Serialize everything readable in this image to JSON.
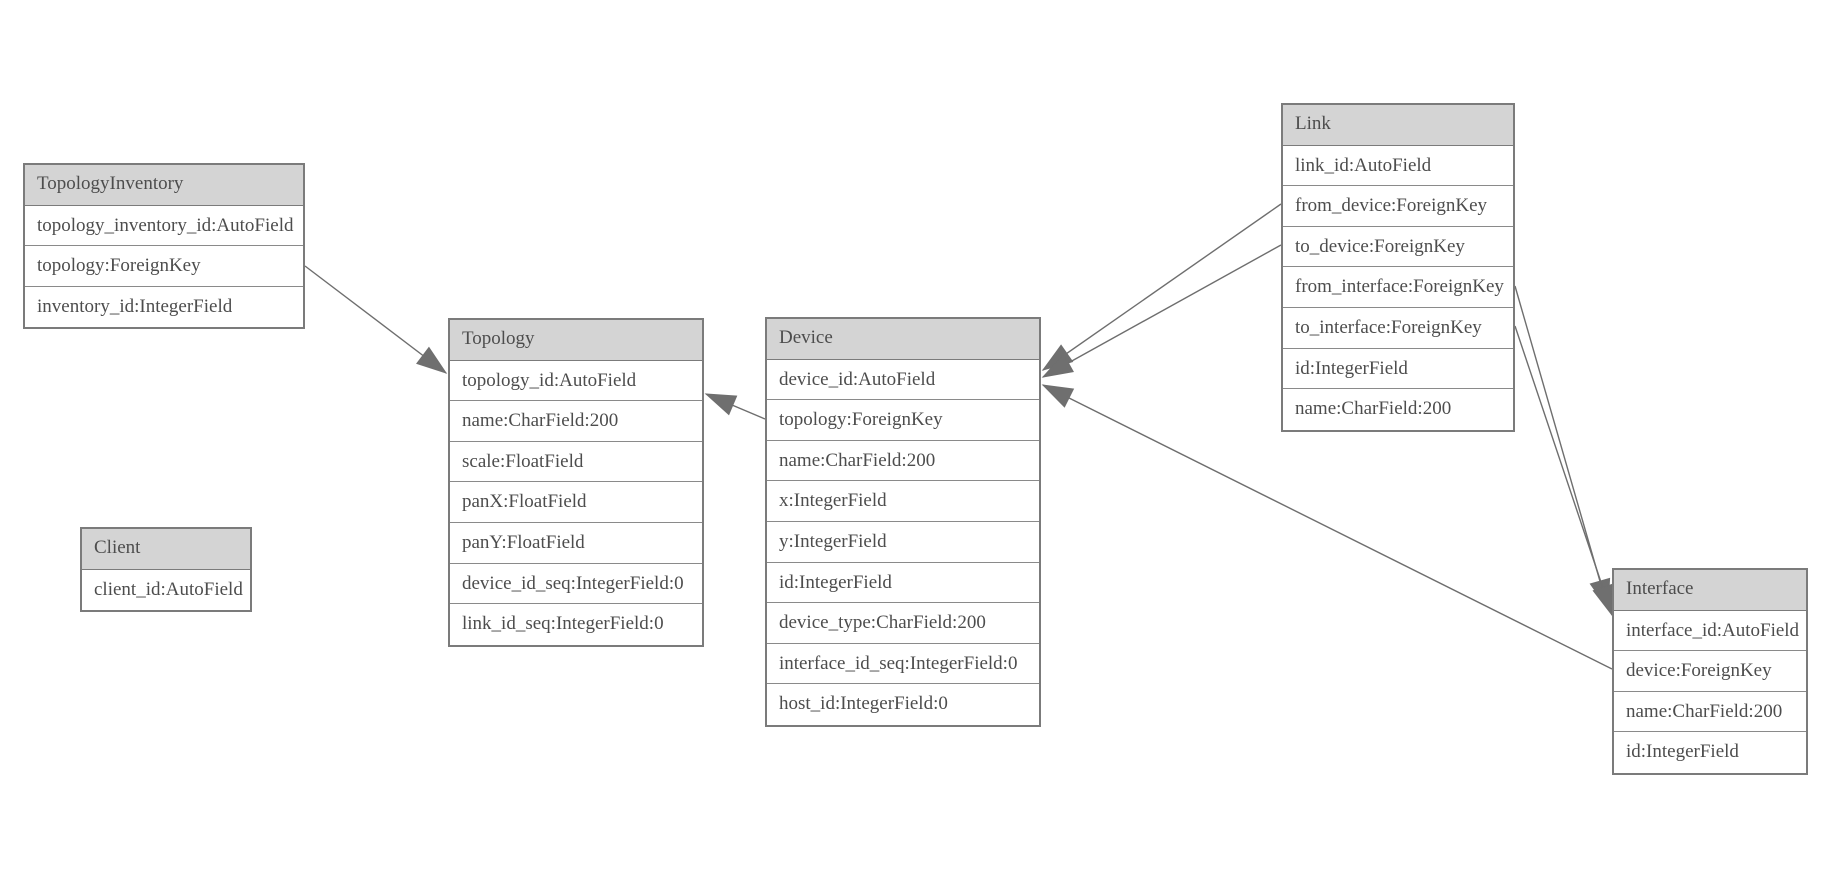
{
  "diagram": {
    "type": "entity-relationship-model",
    "colors": {
      "background": "#ffffff",
      "table_border": "#7b7b7b",
      "header_fill": "#d4d4d4",
      "row_fill": "#ffffff",
      "text": "#4d4d4d",
      "edge_line": "#6e6e6e",
      "arrowhead_fill": "#6f6f6f"
    },
    "tables": {
      "topology_inventory": {
        "title": "TopologyInventory",
        "fields": [
          "topology_inventory_id:AutoField",
          "topology:ForeignKey",
          "inventory_id:IntegerField"
        ]
      },
      "topology": {
        "title": "Topology",
        "fields": [
          "topology_id:AutoField",
          "name:CharField:200",
          "scale:FloatField",
          "panX:FloatField",
          "panY:FloatField",
          "device_id_seq:IntegerField:0",
          "link_id_seq:IntegerField:0"
        ]
      },
      "client": {
        "title": "Client",
        "fields": [
          "client_id:AutoField"
        ]
      },
      "device": {
        "title": "Device",
        "fields": [
          "device_id:AutoField",
          "topology:ForeignKey",
          "name:CharField:200",
          "x:IntegerField",
          "y:IntegerField",
          "id:IntegerField",
          "device_type:CharField:200",
          "interface_id_seq:IntegerField:0",
          "host_id:IntegerField:0"
        ]
      },
      "link": {
        "title": "Link",
        "fields": [
          "link_id:AutoField",
          "from_device:ForeignKey",
          "to_device:ForeignKey",
          "from_interface:ForeignKey",
          "to_interface:ForeignKey",
          "id:IntegerField",
          "name:CharField:200"
        ]
      },
      "interface": {
        "title": "Interface",
        "fields": [
          "interface_id:AutoField",
          "device:ForeignKey",
          "name:CharField:200",
          "id:IntegerField"
        ]
      }
    },
    "relationships": [
      {
        "from": "TopologyInventory.topology",
        "to": "Topology"
      },
      {
        "from": "Device.topology",
        "to": "Topology"
      },
      {
        "from": "Link.from_device",
        "to": "Device"
      },
      {
        "from": "Link.to_device",
        "to": "Device"
      },
      {
        "from": "Link.from_interface",
        "to": "Interface"
      },
      {
        "from": "Link.to_interface",
        "to": "Interface"
      },
      {
        "from": "Interface.device",
        "to": "Device"
      }
    ]
  }
}
